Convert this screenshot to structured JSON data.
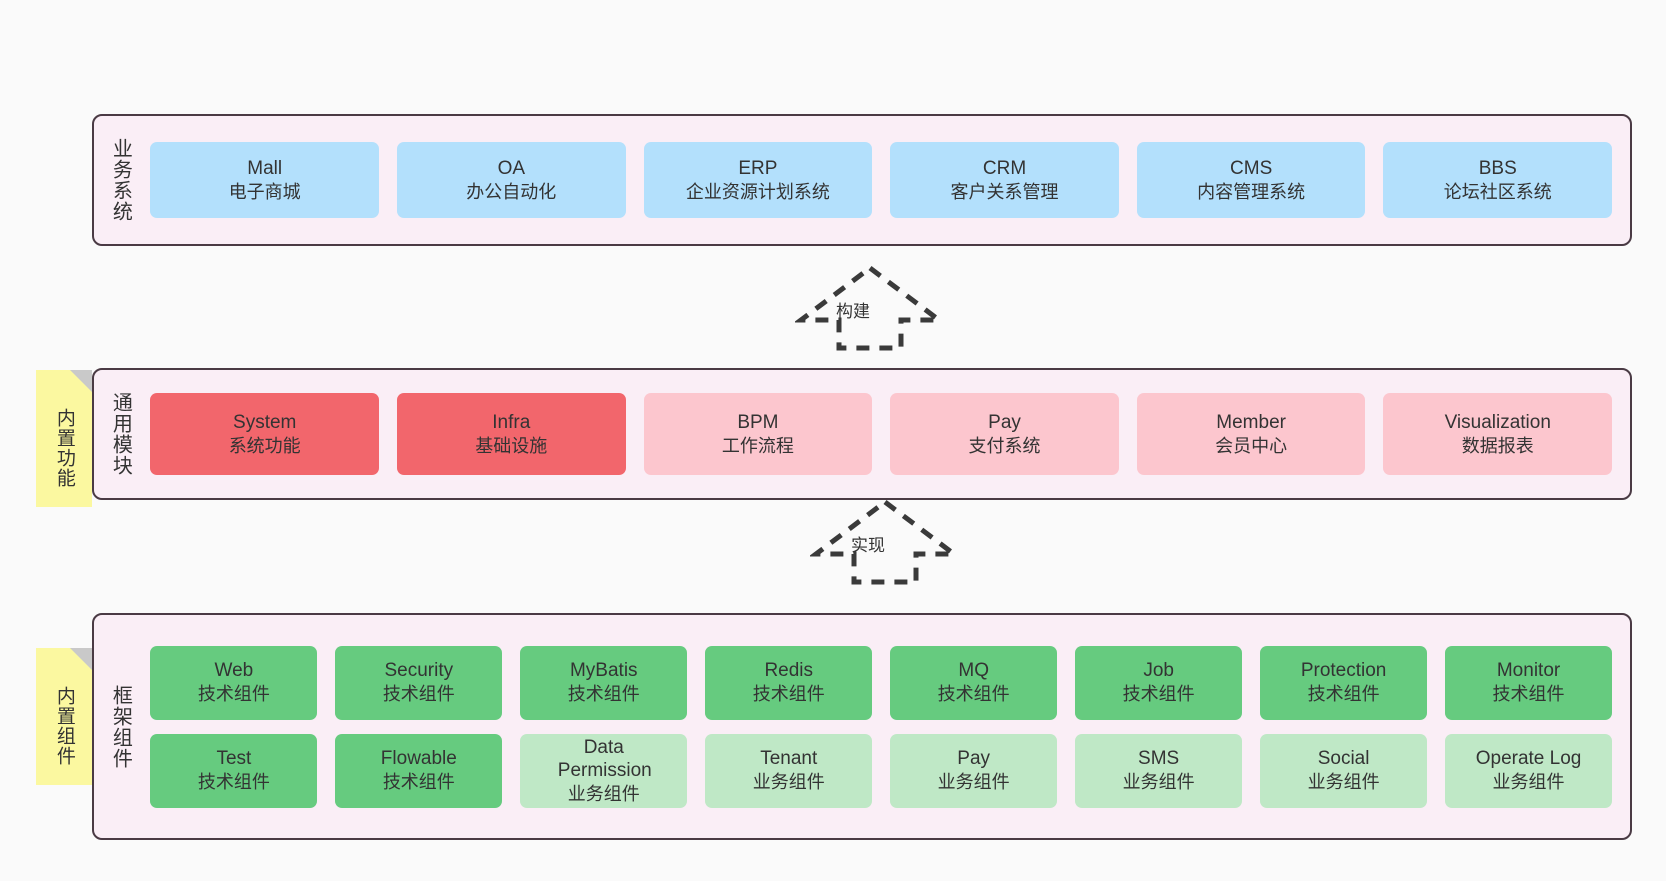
{
  "diagram": {
    "background_color": "#fafafa",
    "layer_fill": "#faeef6",
    "layer_border": "#4a3a44"
  },
  "layers": [
    {
      "id": "business-system",
      "title": "业务系统",
      "rows": [
        {
          "cards": [
            {
              "name": "Mall",
              "sub": "电子商城",
              "style": "blue"
            },
            {
              "name": "OA",
              "sub": "办公自动化",
              "style": "blue"
            },
            {
              "name": "ERP",
              "sub": "企业资源计划系统",
              "style": "blue"
            },
            {
              "name": "CRM",
              "sub": "客户关系管理",
              "style": "blue"
            },
            {
              "name": "CMS",
              "sub": "内容管理系统",
              "style": "blue"
            },
            {
              "name": "BBS",
              "sub": "论坛社区系统",
              "style": "blue"
            }
          ]
        }
      ]
    },
    {
      "id": "common-module",
      "title": "通用模块",
      "note": "内置功能",
      "rows": [
        {
          "cards": [
            {
              "name": "System",
              "sub": "系统功能",
              "style": "red"
            },
            {
              "name": "Infra",
              "sub": "基础设施",
              "style": "red"
            },
            {
              "name": "BPM",
              "sub": "工作流程",
              "style": "pink"
            },
            {
              "name": "Pay",
              "sub": "支付系统",
              "style": "pink"
            },
            {
              "name": "Member",
              "sub": "会员中心",
              "style": "pink"
            },
            {
              "name": "Visualization",
              "sub": "数据报表",
              "style": "pink"
            }
          ]
        }
      ]
    },
    {
      "id": "framework-component",
      "title": "框架组件",
      "note": "内置组件",
      "rows": [
        {
          "cards": [
            {
              "name": "Web",
              "sub": "技术组件",
              "style": "green"
            },
            {
              "name": "Security",
              "sub": "技术组件",
              "style": "green"
            },
            {
              "name": "MyBatis",
              "sub": "技术组件",
              "style": "green"
            },
            {
              "name": "Redis",
              "sub": "技术组件",
              "style": "green"
            },
            {
              "name": "MQ",
              "sub": "技术组件",
              "style": "green"
            },
            {
              "name": "Job",
              "sub": "技术组件",
              "style": "green"
            },
            {
              "name": "Protection",
              "sub": "技术组件",
              "style": "green"
            },
            {
              "name": "Monitor",
              "sub": "技术组件",
              "style": "green"
            }
          ]
        },
        {
          "cards": [
            {
              "name": "Test",
              "sub": "技术组件",
              "style": "green"
            },
            {
              "name": "Flowable",
              "sub": "技术组件",
              "style": "green"
            },
            {
              "name": "Data Permission",
              "sub": "业务组件",
              "style": "lightgreen"
            },
            {
              "name": "Tenant",
              "sub": "业务组件",
              "style": "lightgreen"
            },
            {
              "name": "Pay",
              "sub": "业务组件",
              "style": "lightgreen"
            },
            {
              "name": "SMS",
              "sub": "业务组件",
              "style": "lightgreen"
            },
            {
              "name": "Social",
              "sub": "业务组件",
              "style": "lightgreen"
            },
            {
              "name": "Operate Log",
              "sub": "业务组件",
              "style": "lightgreen"
            }
          ]
        }
      ]
    }
  ],
  "connectors": [
    {
      "id": "build",
      "label": "构建",
      "direction": "up"
    },
    {
      "id": "implement",
      "label": "实现",
      "direction": "up"
    }
  ]
}
